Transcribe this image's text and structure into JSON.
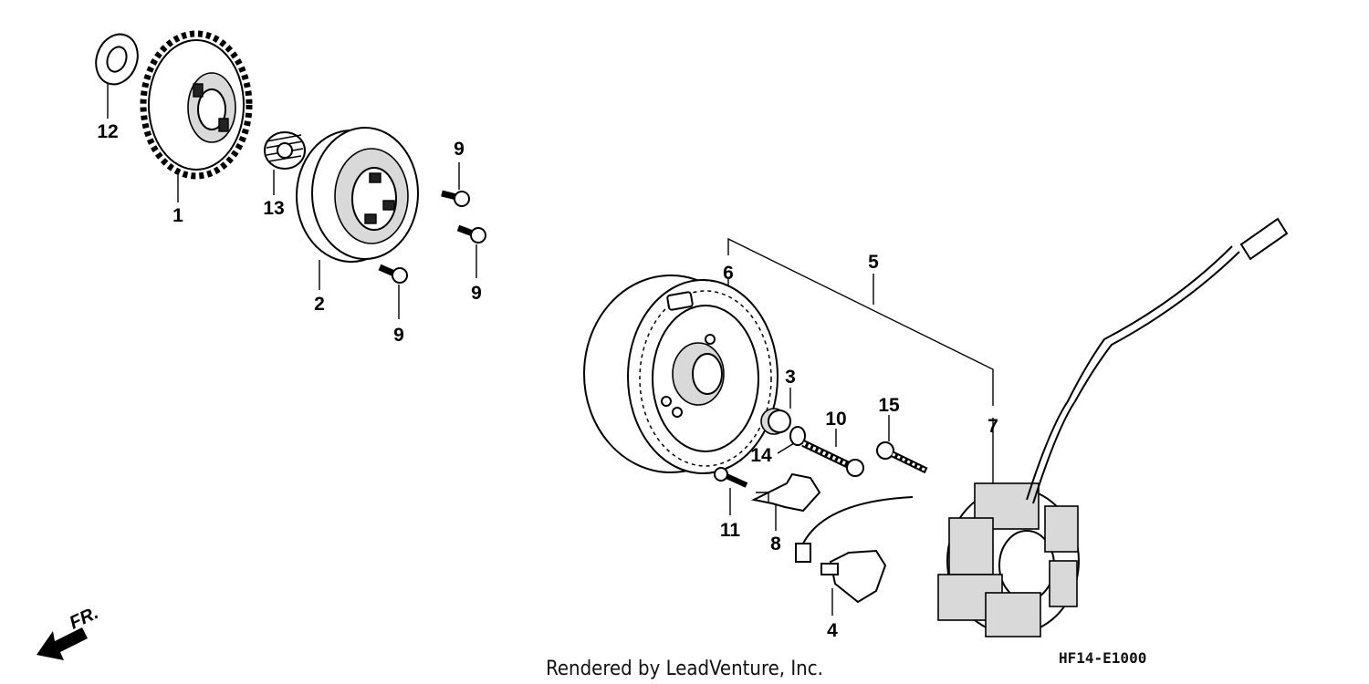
{
  "callouts": [
    "1",
    "2",
    "3",
    "4",
    "5",
    "6",
    "7",
    "8",
    "9",
    "9",
    "9",
    "10",
    "11",
    "12",
    "13",
    "14",
    "15"
  ],
  "direction_label": "FR.",
  "footer": {
    "rendered_by": "Rendered by LeadVenture, Inc.",
    "diagram_code": "HF14-E1000"
  }
}
